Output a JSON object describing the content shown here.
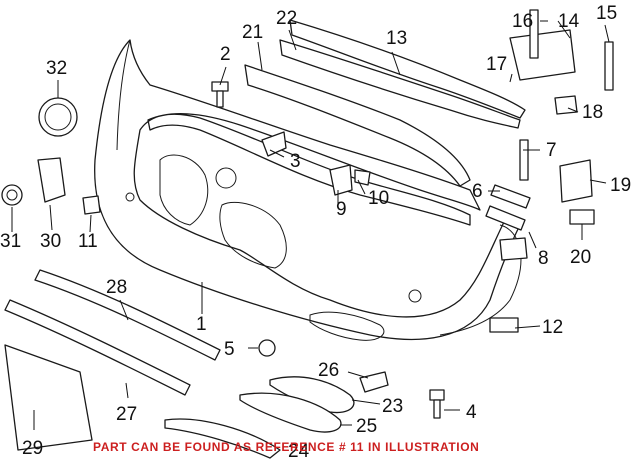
{
  "diagram": {
    "callouts": [
      {
        "id": "c1",
        "label": "1"
      },
      {
        "id": "c2",
        "label": "2"
      },
      {
        "id": "c3",
        "label": "3"
      },
      {
        "id": "c4",
        "label": "4"
      },
      {
        "id": "c5",
        "label": "5"
      },
      {
        "id": "c6",
        "label": "6"
      },
      {
        "id": "c7",
        "label": "7"
      },
      {
        "id": "c8",
        "label": "8"
      },
      {
        "id": "c9",
        "label": "9"
      },
      {
        "id": "c10",
        "label": "10"
      },
      {
        "id": "c11",
        "label": "11"
      },
      {
        "id": "c12",
        "label": "12"
      },
      {
        "id": "c13",
        "label": "13"
      },
      {
        "id": "c14",
        "label": "14"
      },
      {
        "id": "c15",
        "label": "15"
      },
      {
        "id": "c16",
        "label": "16"
      },
      {
        "id": "c17",
        "label": "17"
      },
      {
        "id": "c18",
        "label": "18"
      },
      {
        "id": "c19",
        "label": "19"
      },
      {
        "id": "c20",
        "label": "20"
      },
      {
        "id": "c21",
        "label": "21"
      },
      {
        "id": "c22",
        "label": "22"
      },
      {
        "id": "c23",
        "label": "23"
      },
      {
        "id": "c24",
        "label": "24"
      },
      {
        "id": "c25",
        "label": "25"
      },
      {
        "id": "c26",
        "label": "26"
      },
      {
        "id": "c27",
        "label": "27"
      },
      {
        "id": "c28",
        "label": "28"
      },
      {
        "id": "c29",
        "label": "29"
      },
      {
        "id": "c30",
        "label": "30"
      },
      {
        "id": "c31",
        "label": "31"
      },
      {
        "id": "c32",
        "label": "32"
      }
    ],
    "note": "PART CAN BE FOUND AS REFERENCE # 11 IN ILLUSTRATION",
    "colors": {
      "line": "#1a1a1a",
      "note": "#cc1f1f"
    }
  }
}
